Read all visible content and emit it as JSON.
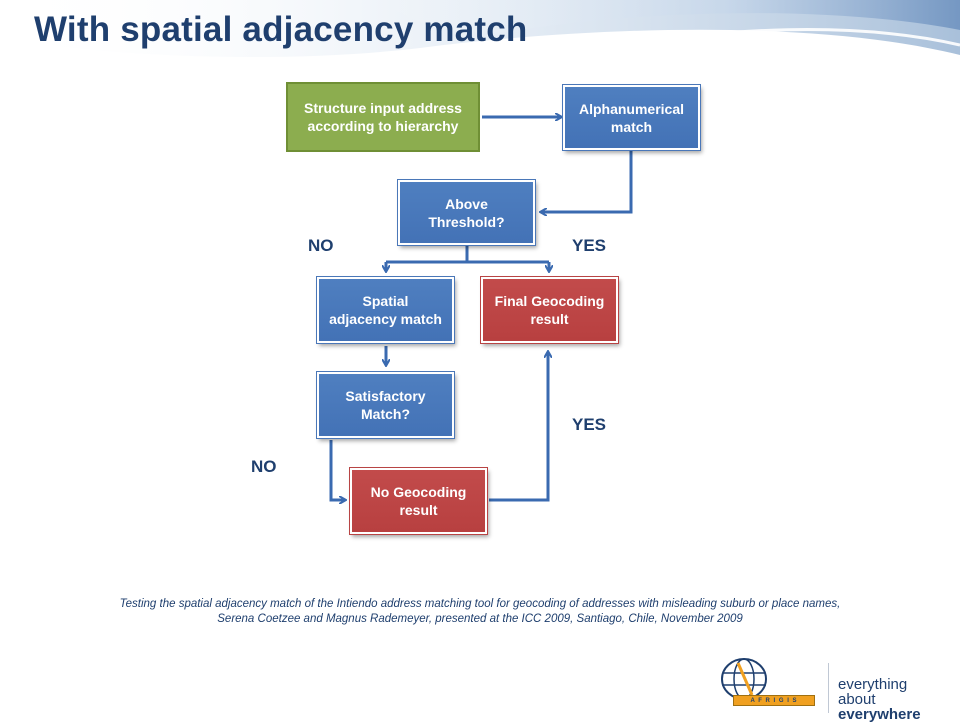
{
  "title": "With spatial adjacency match",
  "nodes": {
    "structure": "Structure input address according to hierarchy",
    "alphanumerical": "Alphanumerical match",
    "threshold": "Above Threshold?",
    "spatial": "Spatial adjacency match",
    "final": "Final Geocoding result",
    "satisfactory": "Satisfactory Match?",
    "no_geocoding": "No Geocoding result"
  },
  "labels": {
    "no_top": "NO",
    "yes_top": "YES",
    "yes_bottom": "YES",
    "no_bottom": "NO"
  },
  "citation": {
    "line1": "Testing the spatial adjacency match of the Intiendo address matching tool for geocoding of addresses with misleading suburb or place names,",
    "line2": "Serena Coetzee and Magnus Rademeyer, presented at the ICC 2009, Santiago, Chile, November 2009"
  },
  "logo": {
    "bar_text": "A F R I G I S",
    "tagline_line1": "everything",
    "tagline_line2_a": "about ",
    "tagline_line2_b": "everywhere"
  },
  "colors": {
    "title": "#1f3f6e",
    "blue_box": "#4a77b8",
    "red_box": "#b84444",
    "green_box": "#8cad4f",
    "arrow": "#3a6ab0"
  }
}
